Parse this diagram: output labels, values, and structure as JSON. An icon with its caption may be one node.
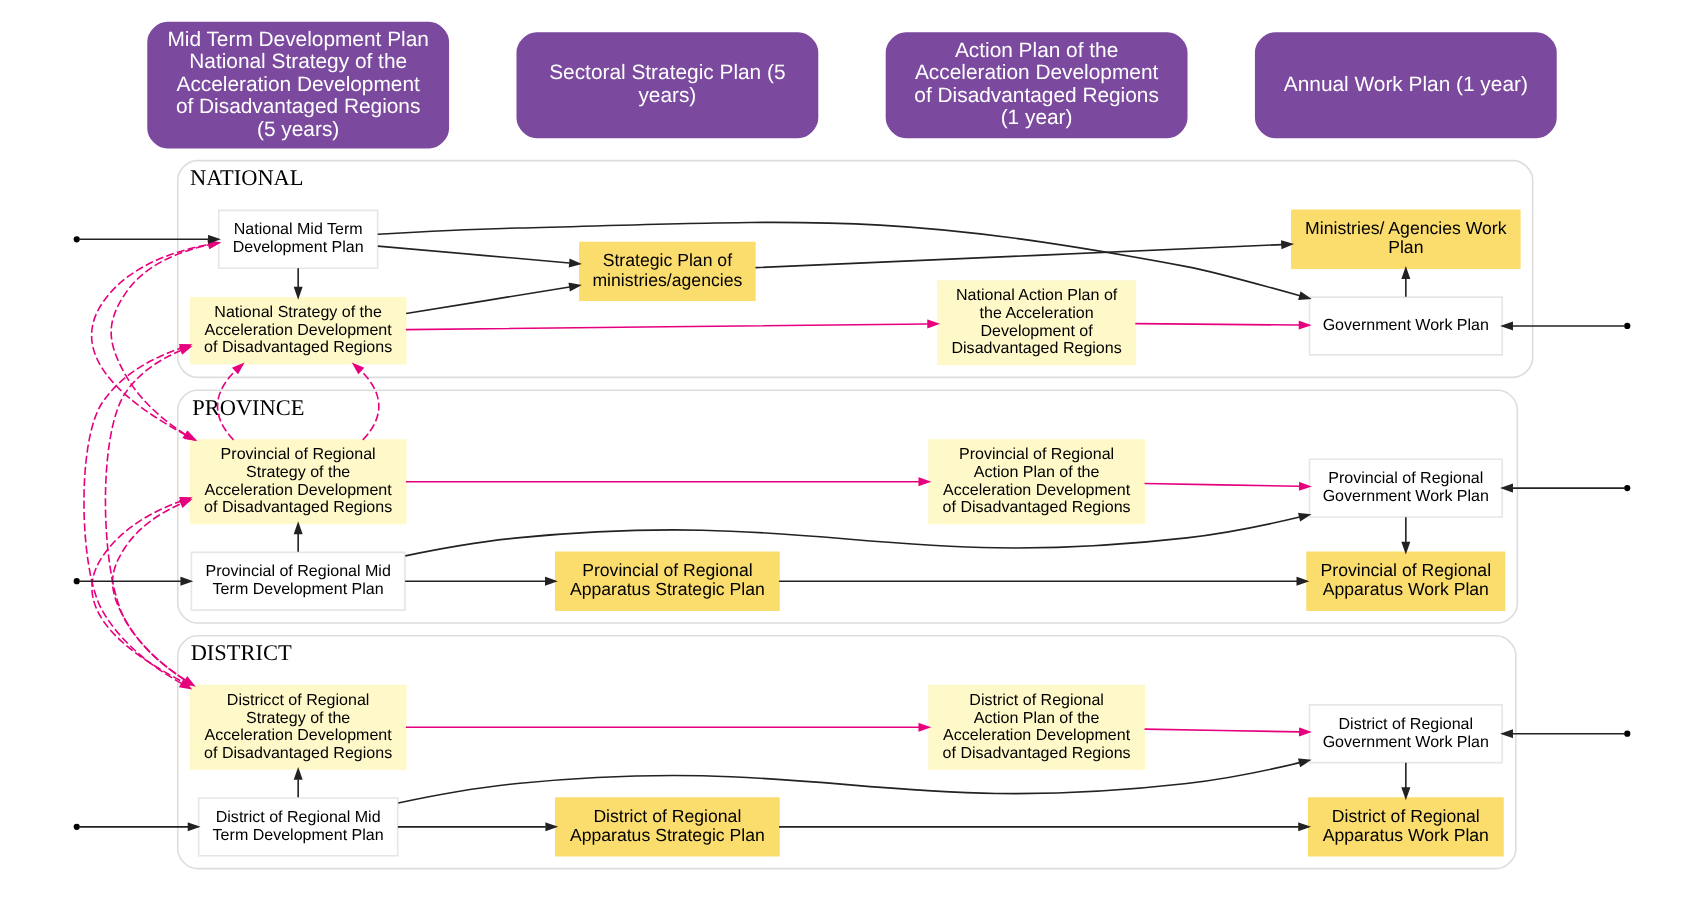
{
  "diagram": {
    "nodes": [
      {
        "text": [
          "Mid Term Development Plan National Strategy of the Acceleration Development of Disadvantaged Regions (5 years)"
        ]
      },
      {
        "text": [
          "Sectoral Strategic Plan (5 years)"
        ]
      },
      {
        "text": [
          "Action Plan of the Acceleration Development of Disadvantaged Regions (1 year)"
        ]
      },
      {
        "text": [
          "Annual Work Plan (1 year)"
        ]
      },
      {
        "text": [
          "NATIONAL"
        ]
      },
      {
        "text": [
          "National Mid Term Development Plan"
        ],
        "in": 4
      },
      {
        "text": [
          "National Strategy of the Acceleration Development of Disadvantaged Regions"
        ],
        "in": 4
      },
      {
        "text": [
          "Strategic Plan of ministries/agencies"
        ],
        "in": 4
      },
      {
        "text": [
          "National Action Plan of the Acceleration Development of Disadvantaged Regions"
        ],
        "in": 4
      },
      {
        "text": [
          "Government Work Plan"
        ],
        "in": 4
      },
      {
        "text": [
          "Ministries/ Agencies Work Plan"
        ],
        "in": 4
      },
      {
        "text": [
          "PROVINCE"
        ]
      },
      {
        "text": [
          "Provincial of Regional Mid Term Development Plan"
        ],
        "in": 11
      },
      {
        "text": [
          "Provincial of Regional Strategy of the Acceleration Development of Disadvantaged Regions"
        ],
        "in": 11
      },
      {
        "text": [
          "Provincial of Regional Apparatus Strategic Plan"
        ],
        "in": 11
      },
      {
        "text": [
          "Provincial of Regional Action Plan of the Acceleration Development of Disadvantaged Regions"
        ],
        "in": 11
      },
      {
        "text": [
          "Provincial of Regional Government Work Plan"
        ],
        "in": 11
      },
      {
        "text": [
          "Provincial of Regional Apparatus Work Plan"
        ],
        "in": 11
      },
      {
        "text": [
          "DISTRICT"
        ]
      },
      {
        "text": [
          "District of Regional Mid Term Development Plan"
        ],
        "in": 18
      },
      {
        "text": [
          "Districct of Regional Strategy of the Acceleration Development of Disadvantaged Regions"
        ],
        "in": 18
      },
      {
        "text": [
          "District of Regional Apparatus Strategic Plan"
        ],
        "in": 18
      },
      {
        "text": [
          "District of Regional Action Plan of the Acceleration Development of Disadvantaged Regions"
        ],
        "in": 18
      },
      {
        "text": [
          "District of Regional Government Work Plan"
        ],
        "in": 18
      },
      {
        "text": [
          "District of Regional Apparatus Work Plan"
        ],
        "in": 18
      }
    ],
    "edges": [
      {
        "from": null,
        "to": 5,
        "arrow": "to"
      },
      {
        "from": null,
        "to": 12,
        "arrow": "to"
      },
      {
        "from": null,
        "to": 19,
        "arrow": "to"
      },
      {
        "from": 13,
        "to": 5,
        "arrow": "both",
        "style": "dashed",
        "color": "#e6007e"
      },
      {
        "from": 13,
        "to": 6,
        "arrow": "to",
        "style": "dashed",
        "color": "#e6007e"
      },
      {
        "from": 20,
        "to": 6,
        "arrow": "both",
        "style": "dashed",
        "color": "#e6007e"
      },
      {
        "from": 20,
        "to": 13,
        "arrow": "to",
        "style": "dashed",
        "color": "#e6007e"
      },
      {
        "from": 5,
        "to": 6,
        "arrow": "to"
      },
      {
        "from": 5,
        "to": 9,
        "arrow": "to"
      },
      {
        "from": 5,
        "to": 7,
        "arrow": "to"
      },
      {
        "from": 6,
        "to": 7,
        "arrow": "to"
      },
      {
        "from": 6,
        "to": 8,
        "arrow": "to",
        "color": "#e6007e"
      },
      {
        "from": 8,
        "to": 9,
        "arrow": "to",
        "color": "#e6007e"
      },
      {
        "from": 7,
        "to": 10,
        "arrow": "to"
      },
      {
        "from": 9,
        "to": 10,
        "arrow": "to"
      },
      {
        "from": 12,
        "to": 13,
        "arrow": "to"
      },
      {
        "from": 12,
        "to": 16,
        "arrow": "to"
      },
      {
        "from": 12,
        "to": 14,
        "arrow": "to"
      },
      {
        "from": 13,
        "to": 15,
        "arrow": "to",
        "color": "#e6007e"
      },
      {
        "from": 15,
        "to": 16,
        "arrow": "to",
        "color": "#e6007e"
      },
      {
        "from": 14,
        "to": 17,
        "arrow": "to"
      },
      {
        "from": 16,
        "to": 17,
        "arrow": "to"
      },
      {
        "from": 19,
        "to": 20,
        "arrow": "to"
      },
      {
        "from": 19,
        "to": 23,
        "arrow": "to"
      },
      {
        "from": 19,
        "to": 21,
        "arrow": "to"
      },
      {
        "from": 20,
        "to": 22,
        "arrow": "to",
        "color": "#e6007e"
      },
      {
        "from": 22,
        "to": 23,
        "arrow": "to",
        "color": "#e6007e"
      },
      {
        "from": 21,
        "to": 24,
        "arrow": "to"
      },
      {
        "from": 23,
        "to": 24,
        "arrow": "to"
      },
      {
        "from": null,
        "to": 9,
        "arrow": "to"
      },
      {
        "from": null,
        "to": 16,
        "arrow": "to"
      },
      {
        "from": null,
        "to": 23,
        "arrow": "to"
      }
    ]
  }
}
